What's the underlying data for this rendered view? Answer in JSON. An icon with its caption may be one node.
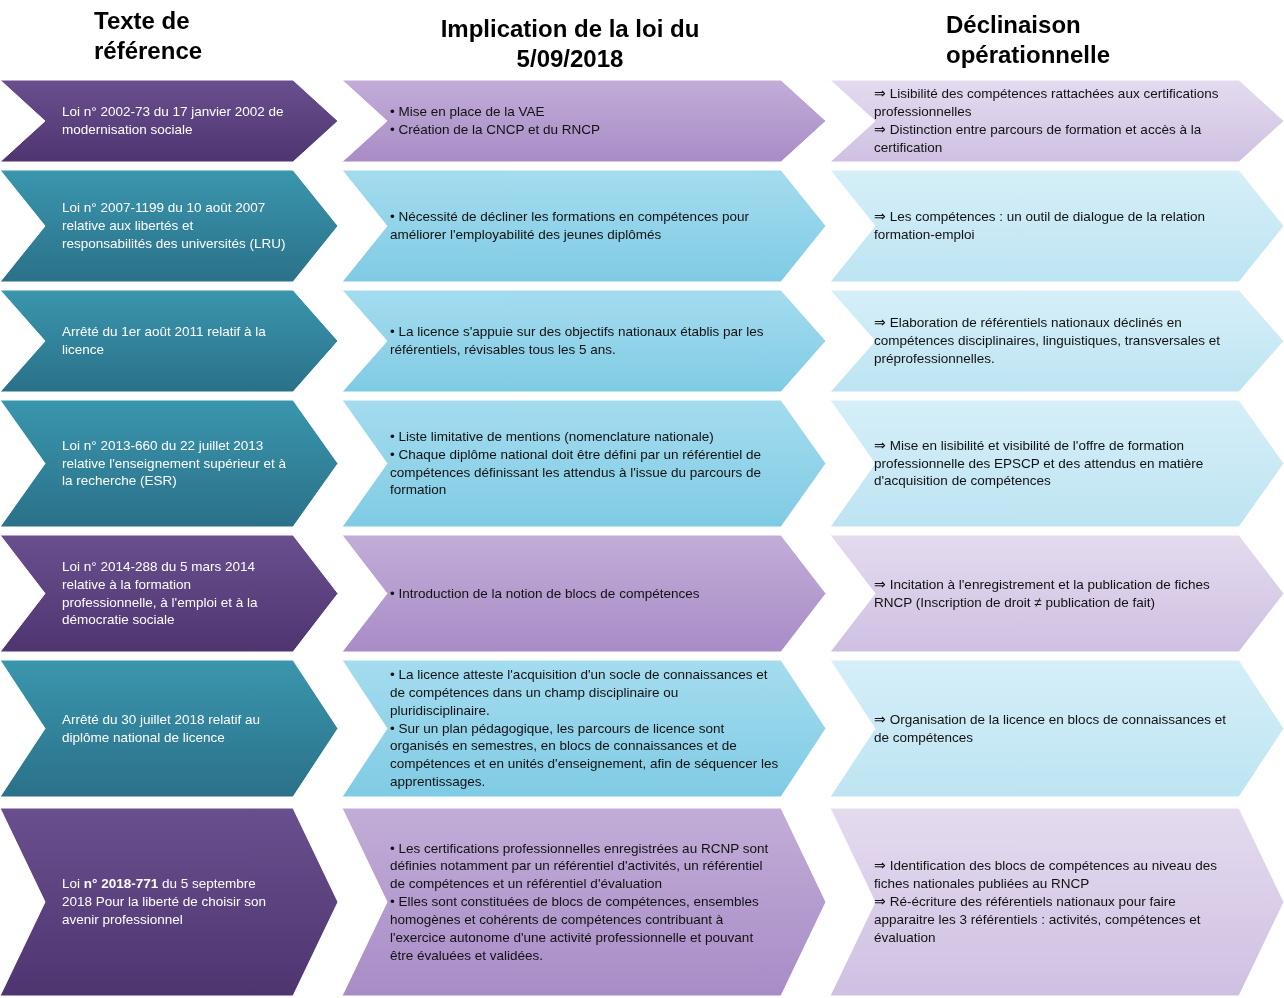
{
  "diagram": {
    "nodes": [
      {
        "text": [
          "Loi n° 2002-73 du 17 janvier 2002 de modernisation sociale"
        ]
      },
      {
        "text": [
          "• Mise en place de la VAE",
          "• Création de la CNCP et du RNCP"
        ]
      },
      {
        "text": [
          "⇒ Lisibilité des compétences rattachées aux certifications professionnelles",
          "⇒ Distinction entre parcours de formation et accès à la certification"
        ]
      },
      {
        "text": [
          "Loi n° 2007-1199 du 10 août 2007 relative aux libertés et responsabilités des universités (LRU)"
        ]
      },
      {
        "text": [
          "• Nécessité de décliner les formations en compétences pour améliorer l'employabilité des jeunes diplômés"
        ]
      },
      {
        "text": [
          "⇒ Les compétences : un outil de dialogue de la relation formation-emploi"
        ]
      },
      {
        "text": [
          "Arrêté du 1er août 2011 relatif à la licence"
        ]
      },
      {
        "text": [
          "• La licence s'appuie sur des objectifs nationaux établis par les référentiels, révisables tous les 5 ans."
        ]
      },
      {
        "text": [
          "⇒ Elaboration de référentiels nationaux déclinés en compétences disciplinaires, linguistiques, transversales et préprofessionnelles."
        ]
      },
      {
        "text": [
          "Loi n° 2013-660 du 22 juillet 2013 relative l'enseignement supérieur et à la recherche (ESR)"
        ]
      },
      {
        "text": [
          "• Liste limitative de mentions (nomenclature nationale)",
          "• Chaque diplôme national doit être défini par un référentiel de compétences définissant les attendus à l'issue du parcours de formation"
        ]
      },
      {
        "text": [
          "⇒ Mise en lisibilité et visibilité de l'offre de formation professionnelle des EPSCP et des attendus en matière d'acquisition de compétences"
        ]
      },
      {
        "text": [
          "Loi n° 2014-288 du 5 mars 2014 relative à la formation professionnelle, à l'emploi et à la démocratie sociale"
        ]
      },
      {
        "text": [
          "• Introduction de la notion de blocs de compétences"
        ]
      },
      {
        "text": [
          "⇒ Incitation à l'enregistrement et la publication de fiches RNCP (Inscription de droit ≠ publication de fait)"
        ]
      },
      {
        "text": [
          "Arrêté du 30 juillet 2018 relatif au diplôme national de licence"
        ]
      },
      {
        "text": [
          "• La licence atteste l'acquisition d'un socle de connaissances et de compétences dans un champ disciplinaire ou pluridisciplinaire.",
          "• Sur un plan pédagogique, les parcours de licence sont organisés en semestres, en blocs de connaissances et de compétences et en unités d'enseignement, afin de séquencer les apprentissages."
        ]
      },
      {
        "text": [
          "⇒ Organisation de la licence en blocs de connaissances et de compétences"
        ]
      },
      {
        "text": [
          "Loi **n° 2018-771** du 5 septembre 2018 Pour la liberté de choisir son avenir professionnel"
        ]
      },
      {
        "text": [
          "• Les certifications professionnelles enregistrées au RCNP sont définies notamment par un référentiel d'activités, un référentiel de compétences et un référentiel d'évaluation",
          "• Elles sont constituées de blocs de compétences, ensembles homogènes et cohérents de compétences contribuant à l'exercice autonome d'une activité professionnelle et pouvant être évaluées et validées."
        ]
      },
      {
        "text": [
          "⇒ Identification des blocs de compétences au niveau des fiches nationales publiées au RNCP",
          "⇒ Ré-écriture des référentiels nationaux pour faire apparaitre les 3 référentiels : activités, compétences et évaluation"
        ]
      }
    ],
    "labels": [
      "Texte de référence",
      "Implication de la loi du 5/09/2018",
      "Déclinaison opérationnelle"
    ]
  }
}
